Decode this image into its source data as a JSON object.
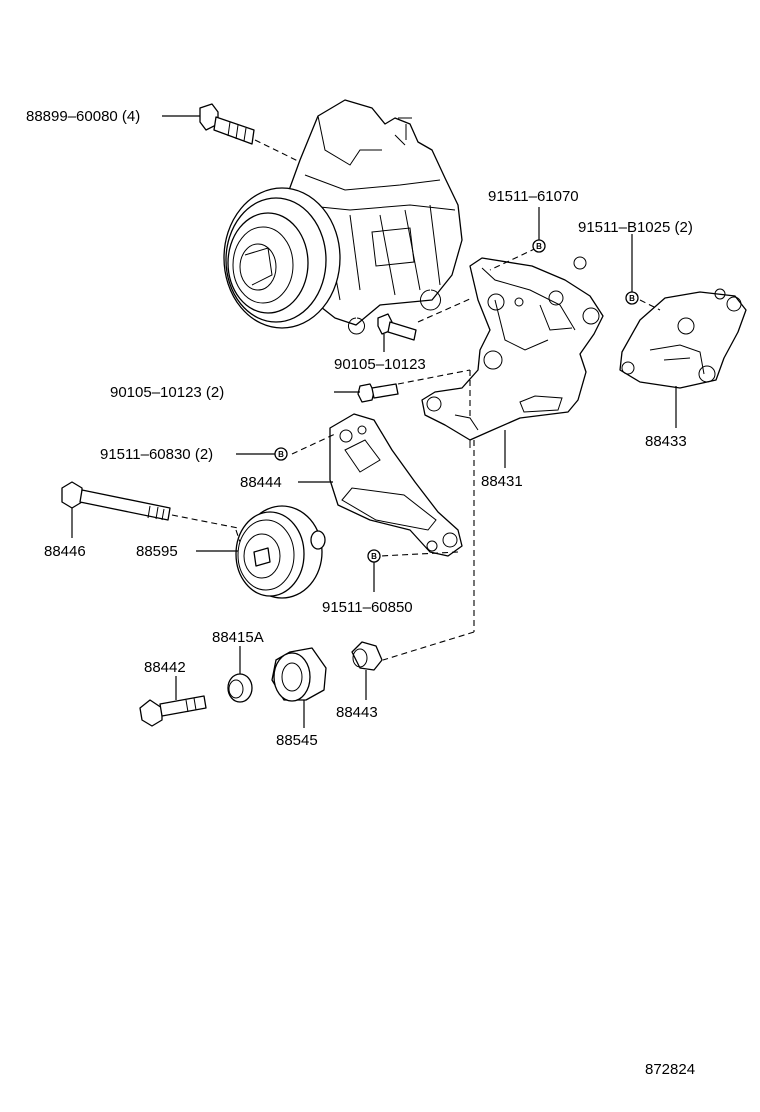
{
  "parts": {
    "p88899": "88899–60080 (4)",
    "p91511_61070": "91511–61070",
    "p91511_b1025": "91511–B1025 (2)",
    "p90105_a": "90105–10123",
    "p90105_b": "90105–10123 (2)",
    "p88433": "88433",
    "p91511_60830": "91511–60830 (2)",
    "p88444": "88444",
    "p88431": "88431",
    "p88446": "88446",
    "p88595": "88595",
    "p91511_60850": "91511–60850",
    "p88415a": "88415A",
    "p88442": "88442",
    "p88443": "88443",
    "p88545": "88545"
  },
  "washer_marker": "B",
  "diagram_number": "872824"
}
